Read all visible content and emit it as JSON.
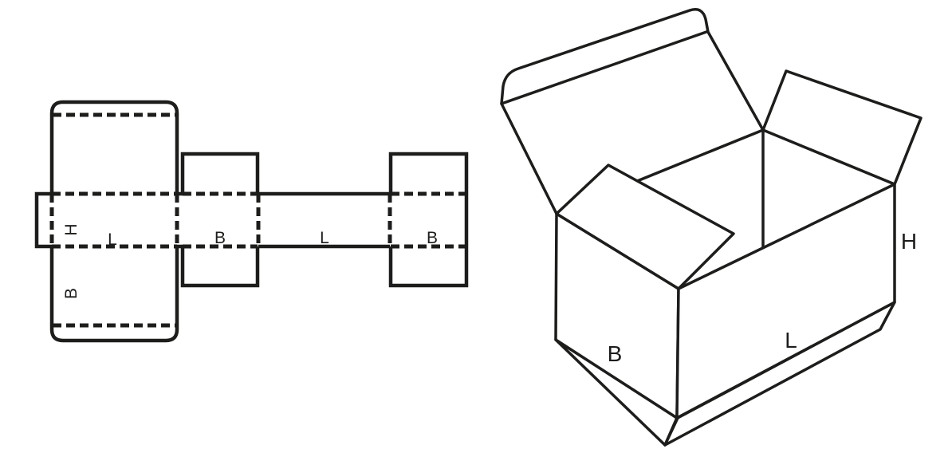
{
  "diagram": {
    "background_color": "#ffffff",
    "line_color": "#1d1d1b",
    "dieline": {
      "left_column": {
        "height_label": "H",
        "length_label": "L",
        "breadth_label": "B"
      },
      "panel_row": {
        "breadth_label_1": "B",
        "length_label": "L",
        "breadth_label_2": "B"
      }
    },
    "box_3d": {
      "breadth_label": "B",
      "length_label": "L",
      "height_label": "H"
    }
  }
}
